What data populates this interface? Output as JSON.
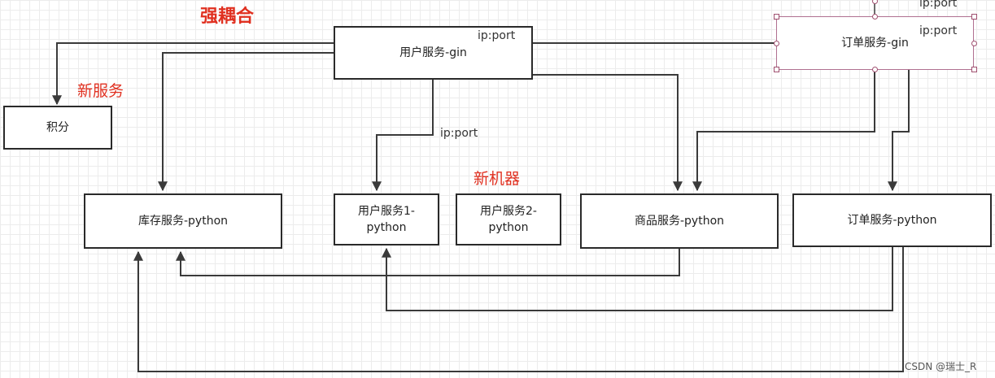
{
  "annotations": {
    "strong_coupling": "强耦合",
    "new_service": "新服务",
    "new_machine": "新机器"
  },
  "nodes": {
    "user_gin": "用户服务-gin",
    "order_gin": "订单服务-gin",
    "points": "积分",
    "inventory": "库存服务-python",
    "user1": "用户服务1-\npython",
    "user2": "用户服务2-\npython",
    "goods": "商品服务-python",
    "order_py": "订单服务-python"
  },
  "edge_labels": {
    "user_gin_port": "ip:port",
    "order_top_port": "ip:port",
    "order_port": "ip:port",
    "mid_port": "ip:port"
  },
  "watermark": "CSDN @瑞士_R",
  "colors": {
    "line": "#3a3a3a",
    "annotation": "#e03020"
  }
}
